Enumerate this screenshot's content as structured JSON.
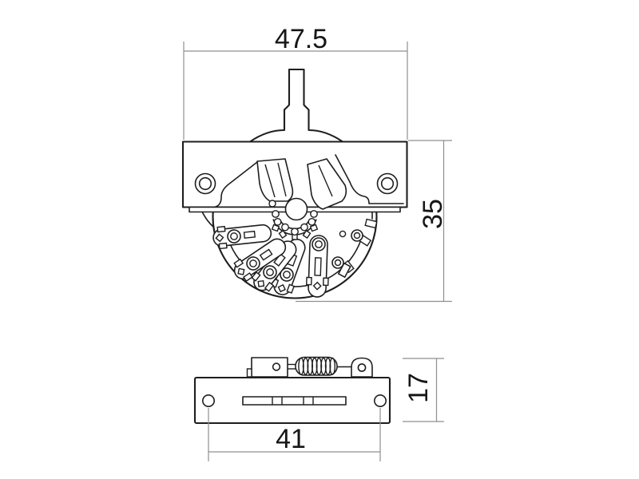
{
  "figure": {
    "background": "#ffffff",
    "line_color": "#1e1e1e",
    "dimension_line_color": "#8f8f8f",
    "dimension_text_color": "#161616"
  },
  "front_view": {
    "width_dim": "47.5",
    "height_dim": "35"
  },
  "plan_view": {
    "hole_spacing_dim": "41",
    "height_dim": "17"
  }
}
